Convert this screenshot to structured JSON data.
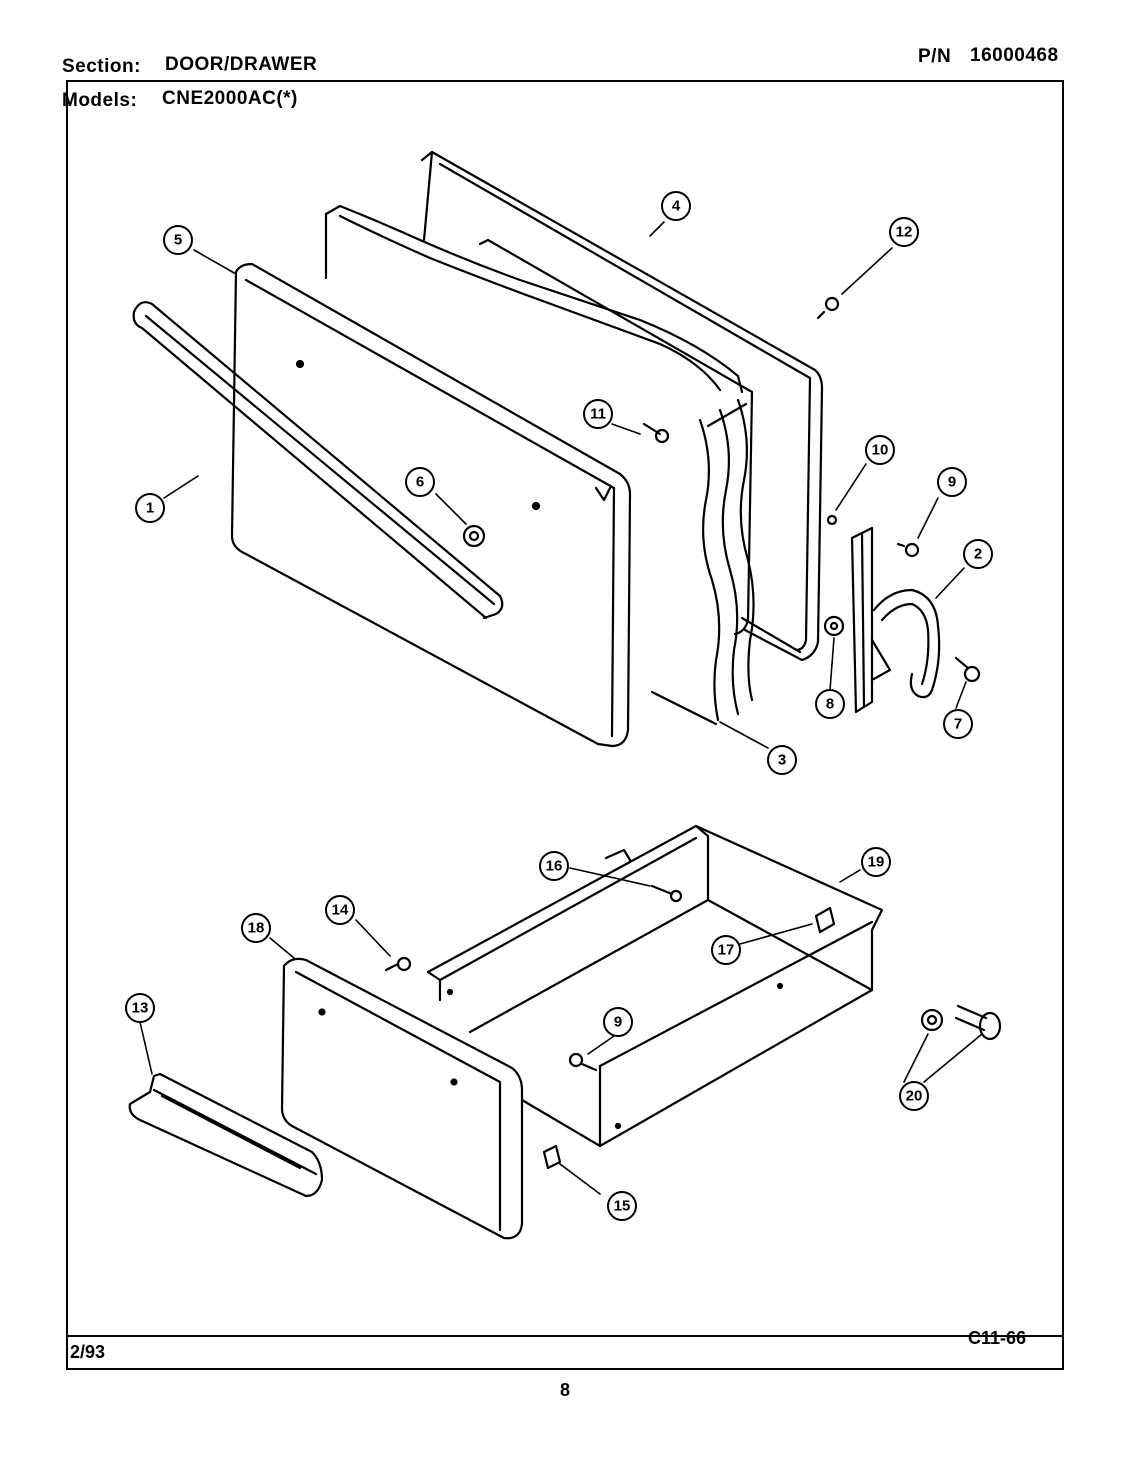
{
  "header": {
    "section_label": "Section:",
    "section_value": "DOOR/DRAWER",
    "models_label": "Models:",
    "models_value": "CNE2000AC(*)",
    "pn_label": "P/N",
    "pn_value": "16000468"
  },
  "footer": {
    "date": "2/93",
    "code": "C11-66",
    "page_number": "8"
  },
  "callouts": [
    "1",
    "2",
    "3",
    "4",
    "5",
    "6",
    "7",
    "8",
    "9",
    "10",
    "11",
    "12",
    "13",
    "14",
    "15",
    "16",
    "17",
    "18",
    "19",
    "9",
    "20"
  ]
}
